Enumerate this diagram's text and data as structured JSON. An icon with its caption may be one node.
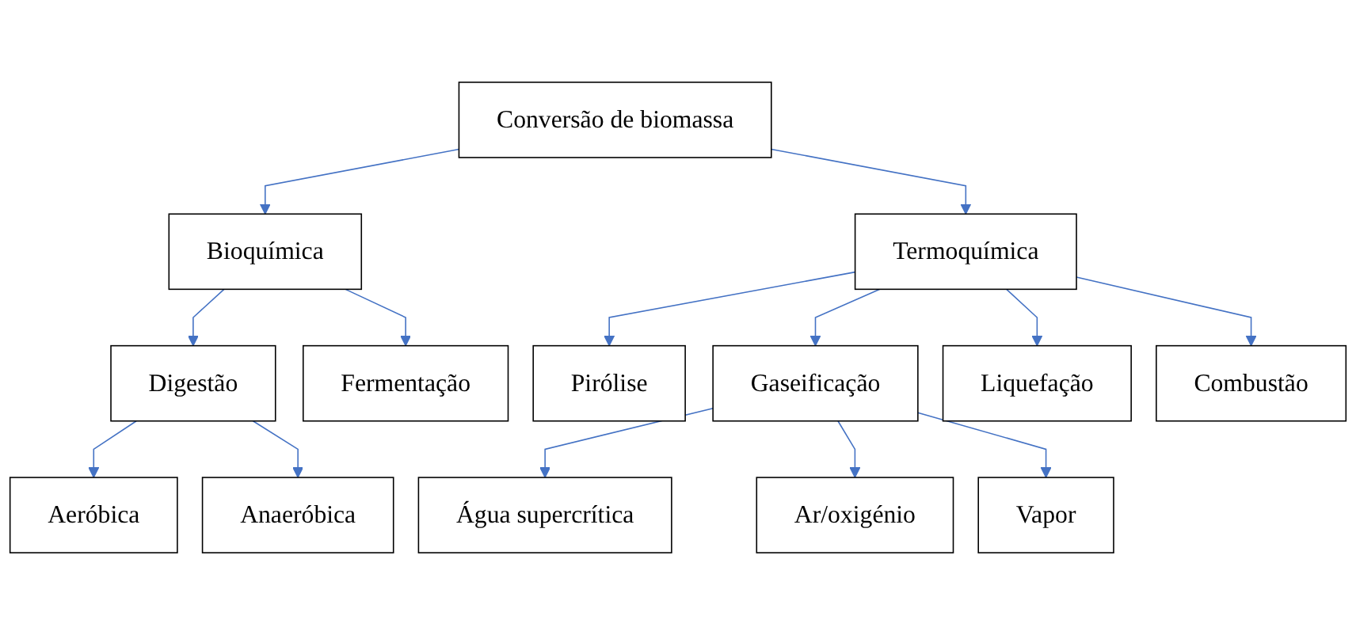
{
  "diagram": {
    "nodes": [
      {
        "text": [
          "Conversão de biomassa"
        ]
      },
      {
        "text": [
          "Bioquímica"
        ]
      },
      {
        "text": [
          "Termoquímica"
        ]
      },
      {
        "text": [
          "Digestão"
        ]
      },
      {
        "text": [
          "Fermentação"
        ]
      },
      {
        "text": [
          "Pirólise"
        ]
      },
      {
        "text": [
          "Gaseificação"
        ]
      },
      {
        "text": [
          "Liquefação"
        ]
      },
      {
        "text": [
          "Combustão"
        ]
      },
      {
        "text": [
          "Aeróbica"
        ]
      },
      {
        "text": [
          "Anaeróbica"
        ]
      },
      {
        "text": [
          "Água supercrítica"
        ]
      },
      {
        "text": [
          "Ar/oxigénio"
        ]
      },
      {
        "text": [
          "Vapor"
        ]
      }
    ],
    "edges": [
      {
        "from": 0,
        "to": 1,
        "arrow": "to"
      },
      {
        "from": 0,
        "to": 2,
        "arrow": "to"
      },
      {
        "from": 1,
        "to": 3,
        "arrow": "to"
      },
      {
        "from": 1,
        "to": 4,
        "arrow": "to"
      },
      {
        "from": 2,
        "to": 5,
        "arrow": "to"
      },
      {
        "from": 2,
        "to": 6,
        "arrow": "to"
      },
      {
        "from": 2,
        "to": 7,
        "arrow": "to"
      },
      {
        "from": 2,
        "to": 8,
        "arrow": "to"
      },
      {
        "from": 3,
        "to": 9,
        "arrow": "to"
      },
      {
        "from": 3,
        "to": 10,
        "arrow": "to"
      },
      {
        "from": 6,
        "to": 11,
        "arrow": "to"
      },
      {
        "from": 6,
        "to": 12,
        "arrow": "to"
      },
      {
        "from": 6,
        "to": 13,
        "arrow": "to"
      }
    ]
  }
}
